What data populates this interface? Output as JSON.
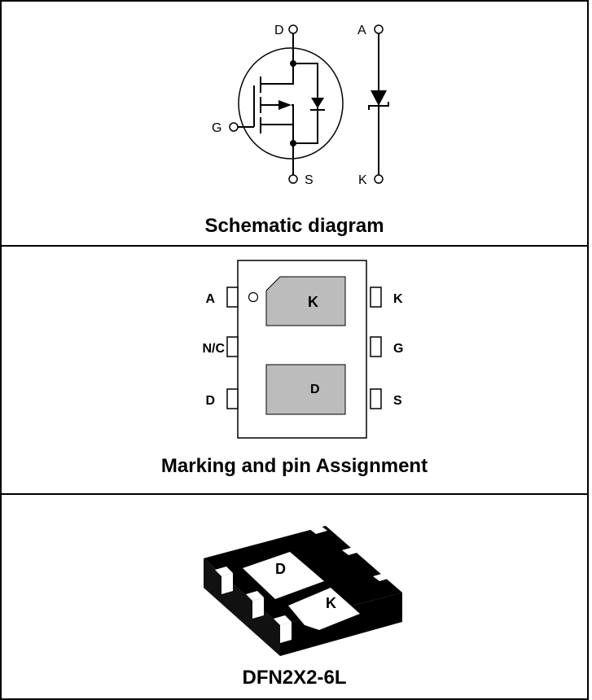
{
  "schematic": {
    "caption": "Schematic diagram",
    "mosfet_pins": {
      "drain": "D",
      "gate": "G",
      "source": "S"
    },
    "diode_pins": {
      "anode": "A",
      "cathode": "K"
    }
  },
  "marking": {
    "caption": "Marking and pin Assignment",
    "left_pins": [
      "A",
      "N/C",
      "D"
    ],
    "right_pins": [
      "K",
      "G",
      "S"
    ],
    "pad_top_label": "K",
    "pad_bottom_label": "D",
    "pad_color": "#bcbcbc"
  },
  "package": {
    "caption": "DFN2X2-6L",
    "pad_d_label": "D",
    "pad_k_label": "K",
    "body_color": "#000000"
  }
}
